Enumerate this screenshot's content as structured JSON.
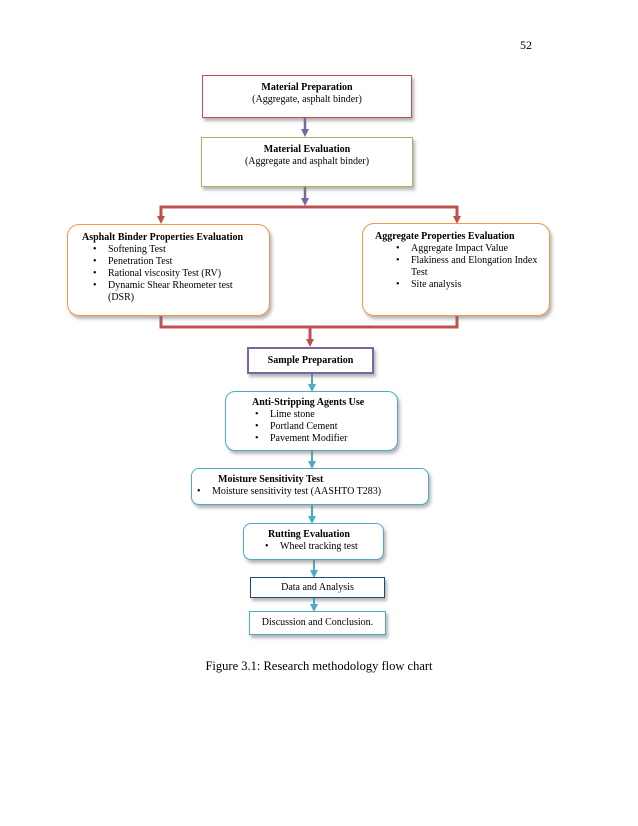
{
  "page_number": "52",
  "nodes": {
    "material_preparation": {
      "title": "Material Preparation",
      "subtitle": "(Aggregate, asphalt binder)"
    },
    "material_evaluation": {
      "title": "Material Evaluation",
      "subtitle": "(Aggregate and asphalt binder)"
    },
    "asphalt_binder": {
      "title": "Asphalt Binder Properties Evaluation",
      "items": [
        "Softening Test",
        "Penetration Test",
        "Rational viscosity Test (RV)",
        "Dynamic Shear Rheometer test (DSR)"
      ]
    },
    "aggregate_properties": {
      "title": "Aggregate Properties Evaluation",
      "items": [
        "Aggregate Impact Value",
        "Flakiness and Elongation Index Test",
        "Site analysis"
      ]
    },
    "sample_preparation": {
      "title": "Sample Preparation"
    },
    "anti_stripping": {
      "title": "Anti-Stripping Agents Use",
      "items": [
        "Lime stone",
        "Portland Cement",
        "Pavement Modifier"
      ]
    },
    "moisture_sensitivity": {
      "title": "Moisture Sensitivity Test",
      "items": [
        "Moisture sensitivity test (AASHTO T283)"
      ]
    },
    "rutting": {
      "title": "Rutting Evaluation",
      "items": [
        "Wheel tracking test"
      ]
    },
    "data_analysis": {
      "title": "Data and Analysis"
    },
    "discussion": {
      "title": "Discussion and Conclusion."
    }
  },
  "colors": {
    "red": "#c0504d",
    "green": "#9bbb59",
    "purple": "#8064a2",
    "blue": "#4bacc6",
    "dark_blue": "#1f497d",
    "orange": "#f79646"
  },
  "caption": "Figure 3.1: Research methodology flow chart"
}
